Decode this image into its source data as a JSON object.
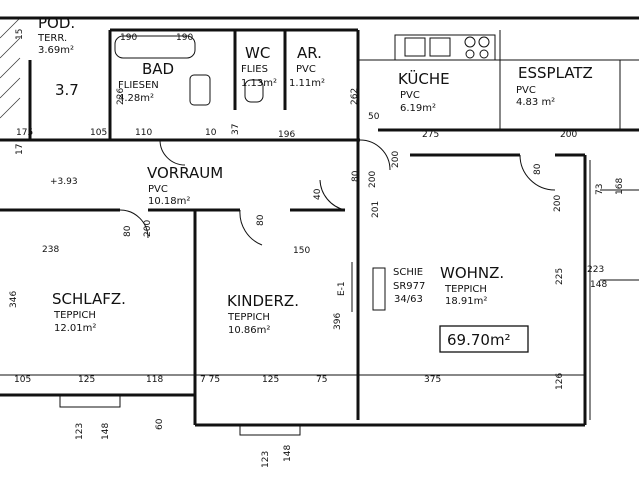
{
  "rooms": {
    "pod": {
      "name": "POD.",
      "material": "TERR.",
      "area": "3.69m²"
    },
    "bad": {
      "name": "BAD",
      "material": "FLIESEN",
      "area": "4.28m²"
    },
    "wc": {
      "name": "WC",
      "material": "FLIES",
      "area": "1.13m²"
    },
    "ar": {
      "name": "AR.",
      "material": "PVC",
      "area": "1.11m²"
    },
    "kueche": {
      "name": "KÜCHE",
      "material": "PVC",
      "area": "6.19m²"
    },
    "essplatz": {
      "name": "ESSPLATZ",
      "material": "PVC",
      "area": "4.83 m²"
    },
    "vorraum": {
      "name": "VORRAUM",
      "material": "PVC",
      "area": "10.18m²"
    },
    "schlafz": {
      "name": "SCHLAFZ.",
      "material": "TEPPICH",
      "area": "12.01m²"
    },
    "kinderz": {
      "name": "KINDERZ.",
      "material": "TEPPICH",
      "area": "10.86m²"
    },
    "wohnz": {
      "name": "WOHNZ.",
      "material": "TEPPICH",
      "area": "18.91m²"
    }
  },
  "total_area": "69.70m²",
  "labels": {
    "room_number": "3.7",
    "elevation": "+3.93",
    "schie": "SCHIE",
    "sr977": "SR977",
    "sr_size": "34/63",
    "e1": "E-1"
  },
  "dims": {
    "d190a": "190",
    "d190b": "190",
    "d15": "15",
    "d226": "226",
    "d175": "175",
    "d17": "17",
    "d105": "105",
    "d110": "110",
    "d10": "10",
    "d37": "37",
    "d196": "196",
    "d50": "50",
    "d275": "275",
    "d200a": "200",
    "d80a": "80",
    "d200b": "200",
    "d238": "238",
    "d80b": "80",
    "d200c": "200",
    "d150": "150",
    "d40": "40",
    "d80c": "80",
    "d200d": "200",
    "d73": "73",
    "d168": "168",
    "d223": "223",
    "d148a": "148",
    "d225": "225",
    "d346": "346",
    "d396": "396",
    "d126": "126",
    "d105b": "105",
    "d125a": "125",
    "d118": "118",
    "d775": "7 75",
    "d125b": "125",
    "d75": "75",
    "d375": "375",
    "d123a": "123",
    "d148b": "148",
    "d60": "60",
    "d123b": "123",
    "d148c": "148",
    "d80d": "80",
    "d200e": "200",
    "d201": "201",
    "d262": "262"
  }
}
